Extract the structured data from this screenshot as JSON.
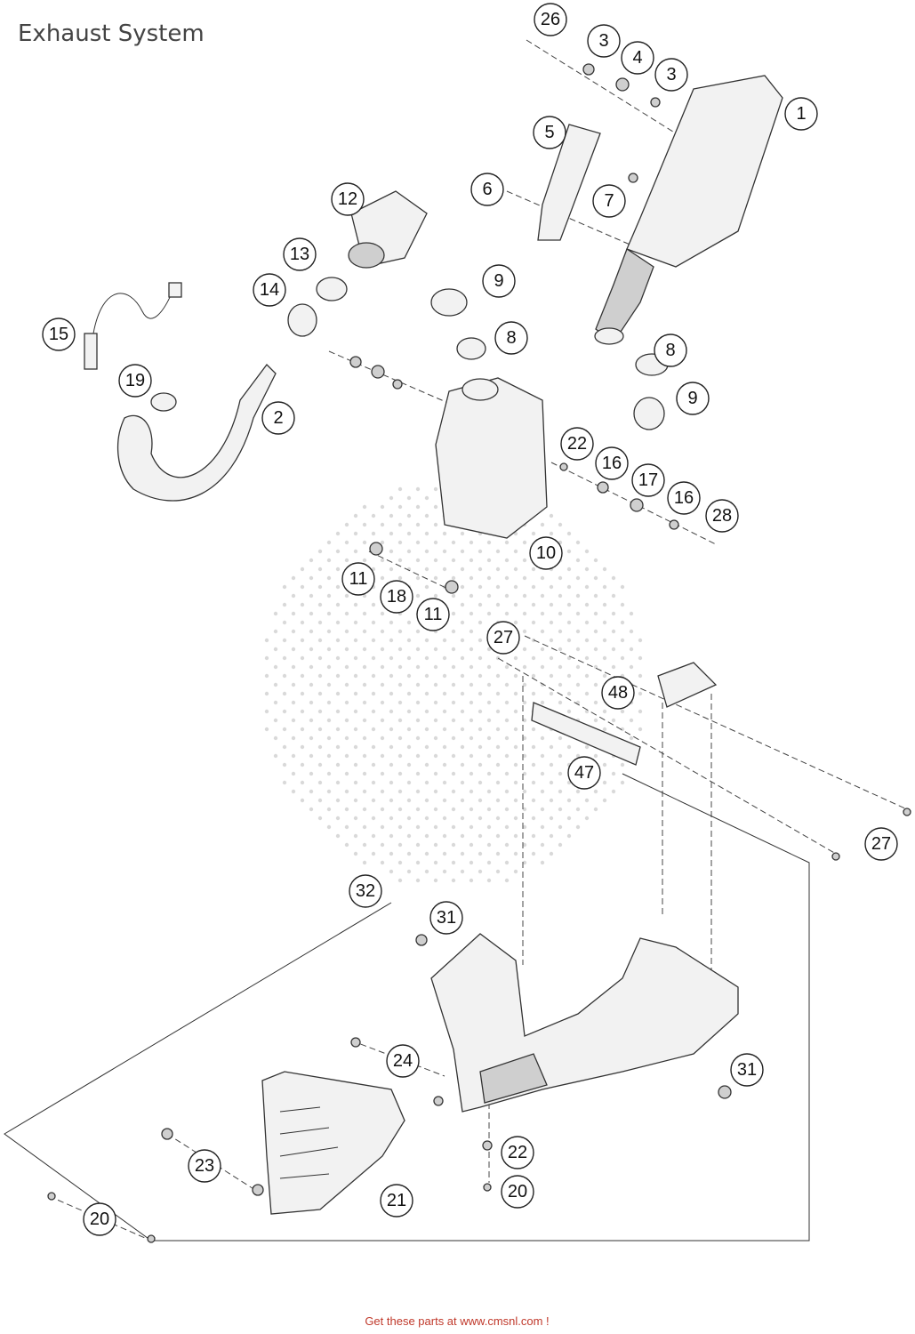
{
  "title": "Exhaust System",
  "footer": "Get these parts at www.cmsnl.com !",
  "callouts": [
    {
      "n": "26"
    },
    {
      "n": "3"
    },
    {
      "n": "4"
    },
    {
      "n": "3"
    },
    {
      "n": "1"
    },
    {
      "n": "5"
    },
    {
      "n": "6"
    },
    {
      "n": "7"
    },
    {
      "n": "12"
    },
    {
      "n": "13"
    },
    {
      "n": "9"
    },
    {
      "n": "14"
    },
    {
      "n": "8"
    },
    {
      "n": "15"
    },
    {
      "n": "8"
    },
    {
      "n": "19"
    },
    {
      "n": "9"
    },
    {
      "n": "2"
    },
    {
      "n": "22"
    },
    {
      "n": "16"
    },
    {
      "n": "17"
    },
    {
      "n": "16"
    },
    {
      "n": "28"
    },
    {
      "n": "10"
    },
    {
      "n": "11"
    },
    {
      "n": "18"
    },
    {
      "n": "11"
    },
    {
      "n": "27"
    },
    {
      "n": "48"
    },
    {
      "n": "47"
    },
    {
      "n": "27"
    },
    {
      "n": "32"
    },
    {
      "n": "31"
    },
    {
      "n": "24"
    },
    {
      "n": "31"
    },
    {
      "n": "23"
    },
    {
      "n": "22"
    },
    {
      "n": "20"
    },
    {
      "n": "21"
    },
    {
      "n": "20"
    }
  ]
}
